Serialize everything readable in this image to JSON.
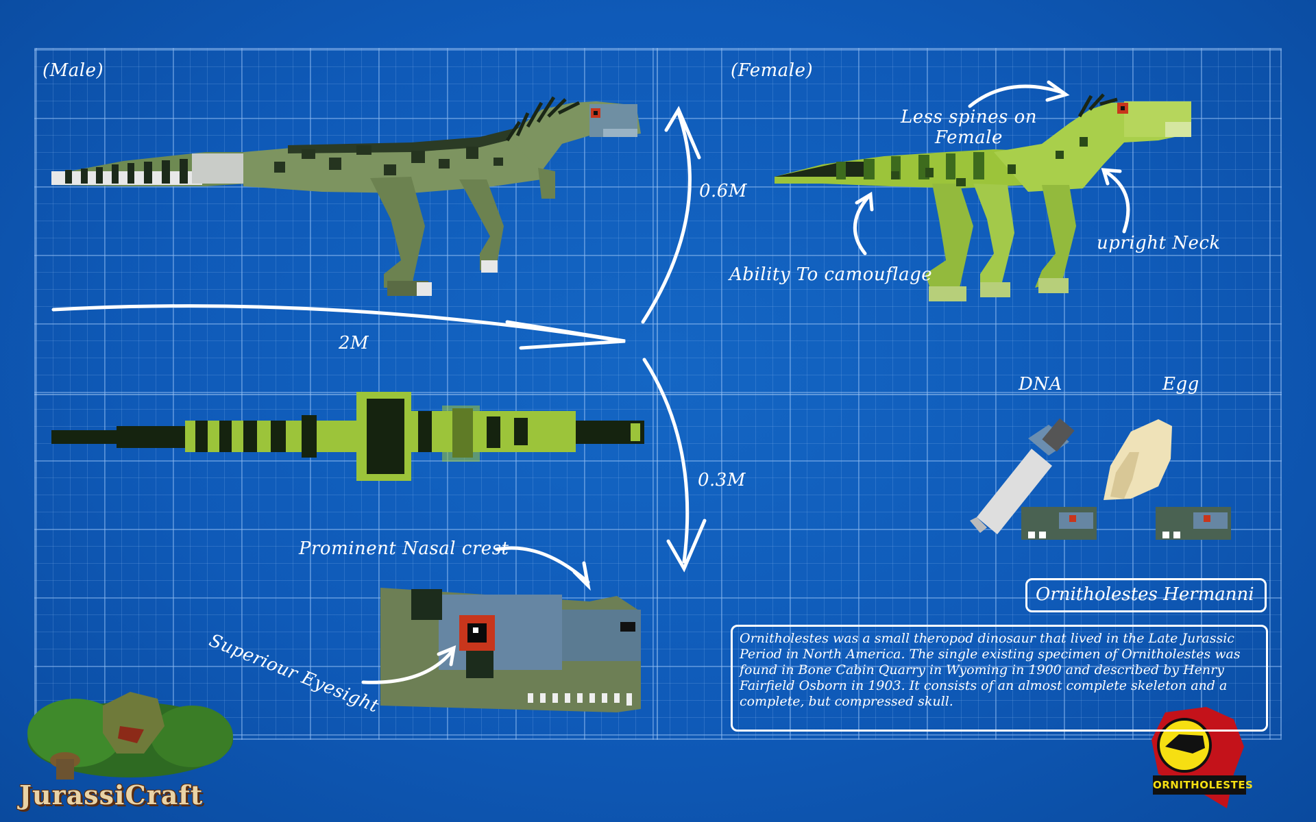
{
  "labels": {
    "male": "(Male)",
    "female": "(Female)",
    "height": "0.6M",
    "length": "2M",
    "width": "0.3M",
    "less_spines": "Less spines on",
    "less_spines_2": "Female",
    "upright_neck": "upright Neck",
    "camouflage": "Ability To camouflage",
    "dna": "DNA",
    "egg": "Egg",
    "nasal_crest": "Prominent Nasal crest",
    "eyesight": "Superiour Eyesight"
  },
  "species_name": "Ornitholestes Hermanni",
  "description": "Ornitholestes was a small theropod dinosaur that lived in the Late Jurassic Period in North America. The single existing specimen of Ornitholestes was found in Bone Cabin Quarry in Wyoming in 1900 and described by Henry Fairfield Osborn in 1903. It consists of an almost complete skeleton and a complete, but compressed skull.",
  "logos": {
    "game": "JurassiCraft",
    "badge": "ORNITHOLESTES"
  },
  "colors": {
    "background": "#0f5ab8",
    "grid": "#8cb9f0",
    "ink": "#ffffff",
    "badge_yellow": "#f6df12",
    "badge_red": "#c4121a"
  }
}
